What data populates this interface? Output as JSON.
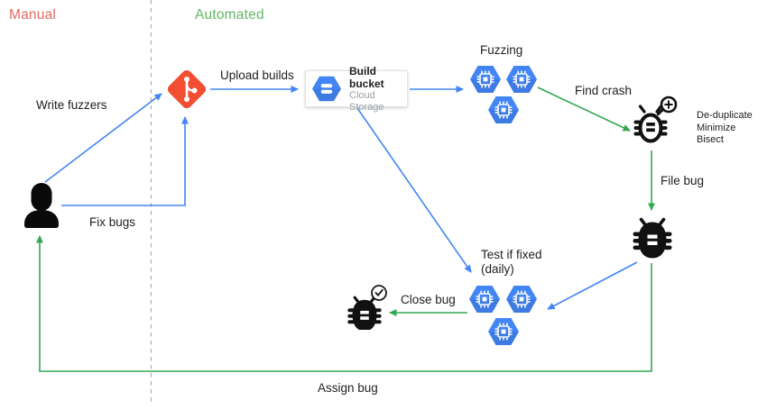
{
  "sections": {
    "manual": "Manual",
    "automated": "Automated"
  },
  "edge_labels": {
    "write_fuzzers": "Write fuzzers",
    "fix_bugs": "Fix bugs",
    "upload_builds": "Upload builds",
    "find_crash": "Find crash",
    "file_bug": "File bug",
    "close_bug": "Close bug",
    "assign_bug": "Assign bug"
  },
  "node_labels": {
    "fuzzing": "Fuzzing",
    "test_if_fixed_line1": "Test if fixed",
    "test_if_fixed_line2": "(daily)",
    "triage_line1": "De-duplicate",
    "triage_line2": "Minimize",
    "triage_line3": "Bisect"
  },
  "build_bucket": {
    "title": "Build bucket",
    "subtitle": "Cloud Storage"
  },
  "colors": {
    "manual_label": "#E06A60",
    "automated_label": "#65B665",
    "arrow_blue": "#4285F4",
    "arrow_green": "#34A853",
    "git_red": "#F14E32",
    "hexagon_blue": "#4285F4",
    "divider_gray": "#ADADAD",
    "icon_black": "#111111"
  },
  "icons": {
    "developer": "person-silhouette",
    "repository": "git-diamond",
    "storage": "cloud-storage-hexagon",
    "worker": "compute-hexagon-chip",
    "triage": "bug-with-magnifier",
    "filed_bug": "bug-solid",
    "closed_bug": "bug-with-check"
  }
}
